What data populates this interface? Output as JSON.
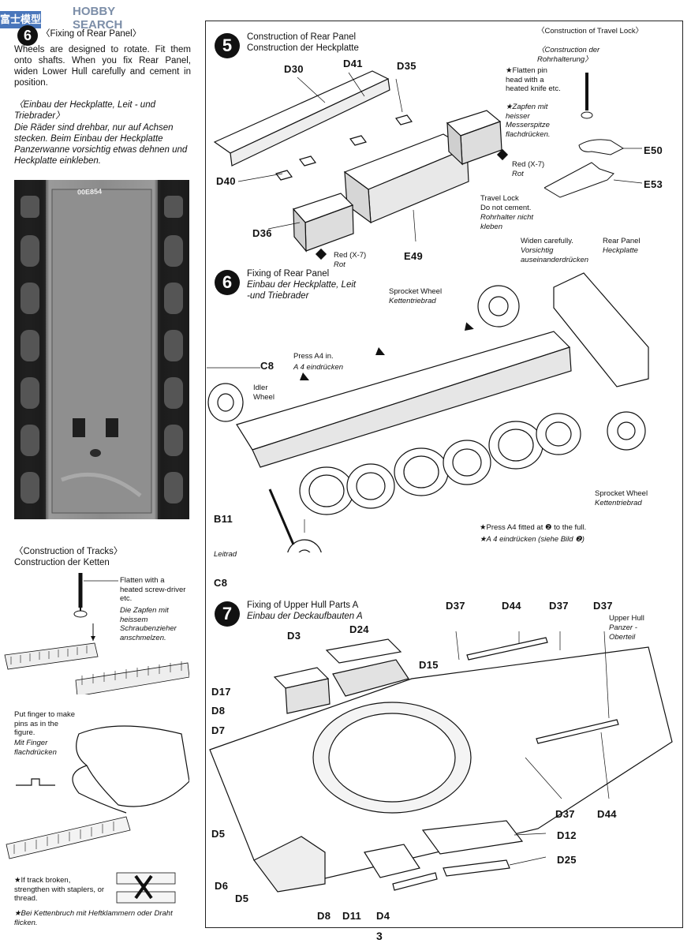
{
  "watermark": {
    "logo_text": "HOBBY SEARCH",
    "left_logo": "富士模型"
  },
  "page_number": "3",
  "left": {
    "step6": {
      "num": "6",
      "title": "〈Fixing of Rear Panel〉",
      "body_en": "Wheels are designed to rotate. Fit them onto shafts. When you fix Rear Panel, widen Lower Hull carefully and cement in position.",
      "title_de": "〈Einbau der Heckplatte, Leit - und Triebrader〉",
      "body_de": "Die Räder sind drehbar, nur auf Achsen stecken. Beim Einbau der Heckplatte Panzerwanne vorsichtig etwas dehnen und Heckplatte einkleben."
    },
    "photo": {
      "plate_code": "00E854"
    },
    "tracks": {
      "title_en": "〈Construction of Tracks〉",
      "title_de": "Construction der Ketten",
      "flatten_en": "Flatten with a heated screw-driver etc.",
      "flatten_de": "Die Zapfen mit heissem Schraubenzieher anschmelzen.",
      "finger_en": "Put finger to make pins as in the figure.",
      "finger_de": "Mit Finger flachdrücken",
      "broken_en": "★If track broken, strengthen with staplers, or thread.",
      "broken_de": "★Bei Kettenbruch mit Heftklammern oder Draht flicken."
    }
  },
  "step5": {
    "num": "5",
    "title_en": "Construction of Rear Panel",
    "title_de": "Construction der Heckplatte",
    "labels": [
      "D30",
      "D41",
      "D35",
      "D40",
      "D36",
      "E49"
    ],
    "red_label_1": "Red (X-7)",
    "red_label_1_de": "Rot",
    "red_label_2": "Red (X-7)",
    "red_label_2_de": "Rot",
    "travel_lock_en": "Travel Lock",
    "travel_lock_note": "Do not cement.",
    "travel_lock_de": "Rohrhalter nicht kleben",
    "travel_lock_title": "〈Construction of Travel Lock〉",
    "travel_lock_title_de": "〈Construction der Rohrhalterung〉",
    "flatten_pin_en": "★Flatten pin head with a heated knife etc.",
    "flatten_pin_de": "★Zapfen mit heisser Messerspitze flachdrücken.",
    "e50": "E50",
    "e53": "E53"
  },
  "step6": {
    "num": "6",
    "title_en": "Fixing of Rear Panel",
    "title_de": "Einbau der Heckplatte, Leit -und Triebrader",
    "widen_en": "Widen carefully.",
    "widen_de": "Vorsichtig auseinanderdrücken",
    "rear_panel_en": "Rear Panel",
    "rear_panel_de": "Heckplatte",
    "sprocket_en": "Sprocket Wheel",
    "sprocket_de": "Kettentriebrad",
    "sprocket2_en": "Sprocket Wheel",
    "sprocket2_de": "Kettentriebrad",
    "press_en": "Press A4 in.",
    "press_de": "A 4 eindrücken",
    "idler_en": "Idler Wheel",
    "leitrad": "Leitrad",
    "c8_top": "C8",
    "c8_bottom": "C8",
    "b11": "B11",
    "note_en": "★Press A4 fitted at ❷ to the full.",
    "note_de": "★A 4 eindrücken (siehe Bild ❷)"
  },
  "step7": {
    "num": "7",
    "title_en": "Fixing of Upper Hull Parts A",
    "title_de": "Einbau der Deckaufbauten A",
    "upper_hull_en": "Upper Hull",
    "upper_hull_de": "Panzer - Oberteil",
    "labels": {
      "d3": "D3",
      "d24": "D24",
      "d15": "D15",
      "d17": "D17",
      "d8a": "D8",
      "d7": "D7",
      "d37a": "D37",
      "d44a": "D44",
      "d37b": "D37",
      "d37c": "D37",
      "d37d": "D37",
      "d44b": "D44",
      "d12": "D12",
      "d25": "D25",
      "d5a": "D5",
      "d6": "D6",
      "d5b": "D5",
      "d8b": "D8",
      "d11": "D11",
      "d4": "D4"
    }
  }
}
